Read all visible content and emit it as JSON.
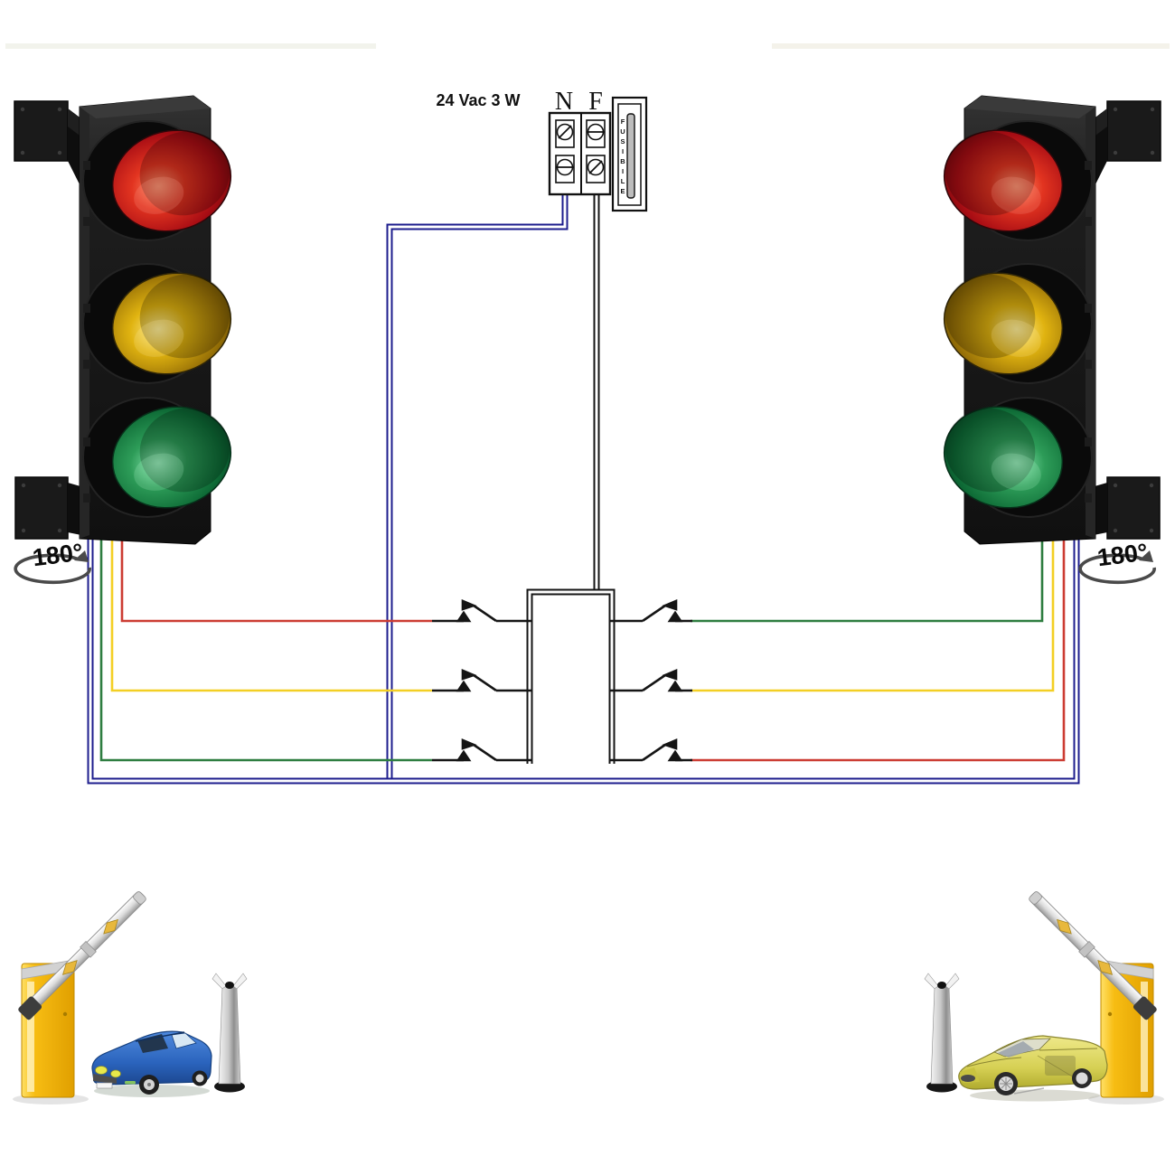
{
  "power": {
    "label": "24 Vac 3 W",
    "voltage": "24 Vac",
    "wattage": "3 W"
  },
  "terminals": {
    "neutral": "N",
    "phase": "F"
  },
  "fuse": {
    "label": "FUSIBILE",
    "letters": [
      "F",
      "U",
      "S",
      "I",
      "B",
      "I",
      "L",
      "E"
    ]
  },
  "rotation": {
    "left": "180°",
    "right": "180°"
  },
  "traffic_lights": {
    "left": {
      "lamps": [
        "red",
        "yellow",
        "green"
      ],
      "rotation_label": "180°",
      "mount": "wall-bracket"
    },
    "right": {
      "lamps": [
        "red",
        "yellow",
        "green"
      ],
      "rotation_label": "180°",
      "mount": "wall-bracket"
    }
  },
  "wire_colors": {
    "blue": "#1d1d8e",
    "black": "#151515",
    "red": "#cc3c33",
    "yellow": "#f3cf24",
    "green": "#2e7d40"
  },
  "lamp_colors": {
    "red": "#c01320",
    "amber": "#d9a90c",
    "green": "#157a40"
  },
  "wiring": {
    "left_light_wires": [
      "blue",
      "blue",
      "green",
      "yellow",
      "red"
    ],
    "right_light_wires": [
      "green",
      "yellow",
      "red",
      "blue",
      "blue"
    ],
    "neutral_bus": "blue (double line) to both traffic lights",
    "phase_feed": "black (double line) through fuse side to switch bus",
    "switch_rows": [
      {
        "left_wire": "red",
        "right_wire": "green"
      },
      {
        "left_wire": "yellow",
        "right_wire": "yellow"
      },
      {
        "left_wire": "green",
        "right_wire": "red"
      }
    ]
  },
  "scene": {
    "left": {
      "barrier": "barrier gate (boom raised)",
      "vehicle": "blue sedan",
      "post": "photocell post"
    },
    "right": {
      "barrier": "barrier gate (boom raised)",
      "vehicle": "yellow sports car",
      "post": "photocell post"
    }
  }
}
